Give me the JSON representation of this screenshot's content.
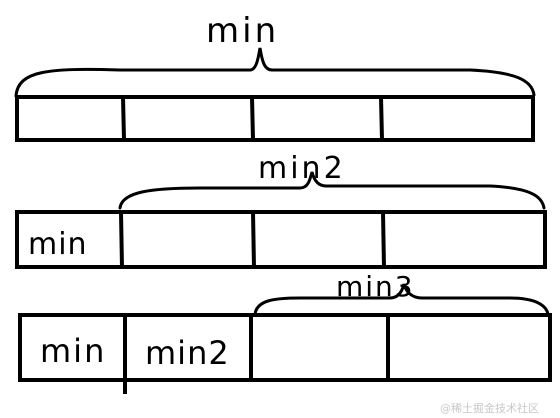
{
  "stages": [
    {
      "brace_label": "min",
      "cells": [
        "",
        "",
        "",
        ""
      ]
    },
    {
      "brace_label": "min2",
      "cells": [
        "min",
        "",
        "",
        ""
      ]
    },
    {
      "brace_label": "min3",
      "cells": [
        "min",
        "min2",
        "",
        ""
      ]
    }
  ],
  "watermark": "@稀土掘金技术社区",
  "colors": {
    "ink": "#000000",
    "background": "#ffffff",
    "watermark": "#c8c8c8"
  }
}
